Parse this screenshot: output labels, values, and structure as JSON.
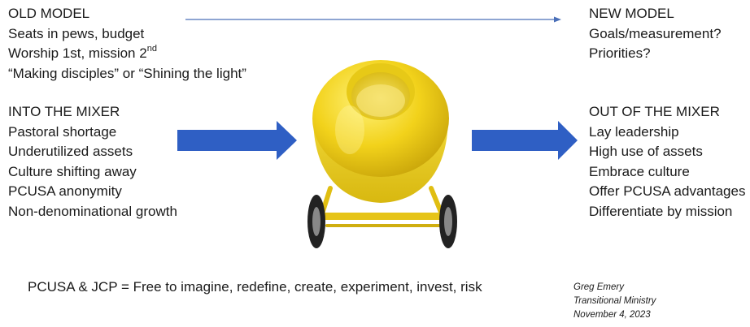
{
  "old_model": {
    "heading": "OLD MODEL",
    "lines": [
      "Seats in pews, budget",
      "Worship 1st, mission 2",
      "“Making disciples” or “Shining the light”"
    ],
    "superscript": "nd"
  },
  "new_model": {
    "heading": "NEW MODEL",
    "lines": [
      "Goals/measurement?",
      "Priorities?"
    ]
  },
  "into_mixer": {
    "heading": "INTO THE MIXER",
    "lines": [
      "Pastoral shortage",
      "Underutilized assets",
      "Culture shifting away",
      "PCUSA anonymity",
      "Non-denominational growth"
    ]
  },
  "out_of_mixer": {
    "heading": "OUT OF THE MIXER",
    "lines": [
      "Lay leadership",
      "High use of assets",
      "Embrace culture",
      "Offer PCUSA advantages",
      "Differentiate by mission"
    ]
  },
  "footer": {
    "statement": "PCUSA & JCP = Free to imagine, redefine, create, experiment, invest, risk"
  },
  "credit": {
    "name": "Greg Emery",
    "title": "Transitional Ministry",
    "date": "November 4, 2023"
  },
  "colors": {
    "arrow_blue": "#2f5fc4",
    "thin_arrow": "#4a6fb8",
    "mixer_yellow": "#f2d21b",
    "mixer_shadow": "#c9a80a",
    "wheel_dark": "#222222"
  },
  "icons": [
    "right-arrow",
    "cement-mixer"
  ]
}
